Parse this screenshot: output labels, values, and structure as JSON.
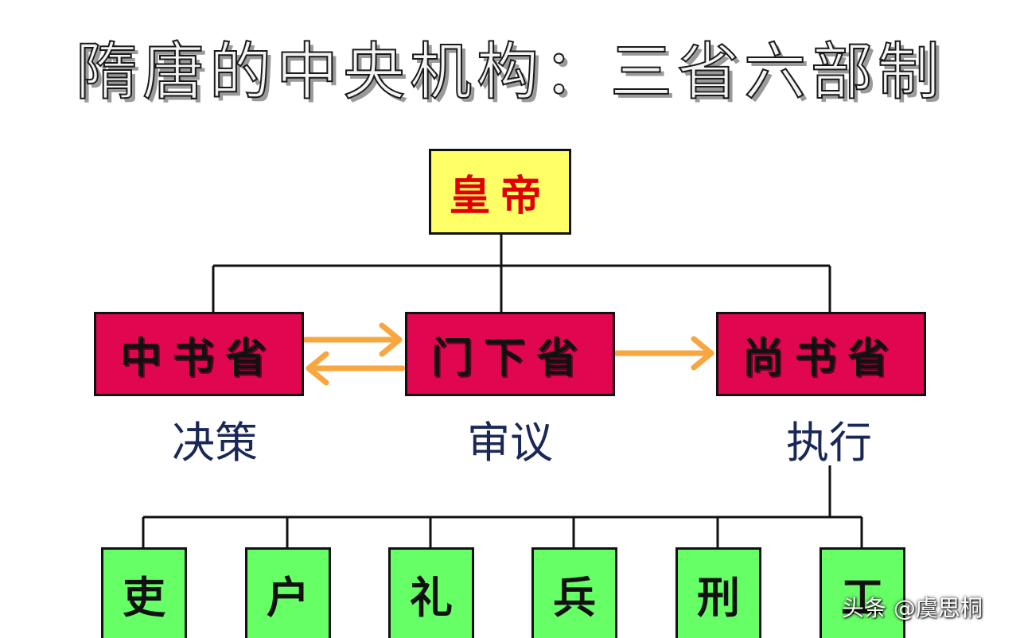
{
  "title": "隋唐的中央机构：三省六部制",
  "emperor": "皇帝",
  "departments": [
    {
      "name": "中书省",
      "role": "决策"
    },
    {
      "name": "门下省",
      "role": "审议"
    },
    {
      "name": "尚书省",
      "role": "执行"
    }
  ],
  "ministries": [
    "吏",
    "户",
    "礼",
    "兵",
    "刑",
    "工"
  ],
  "watermark": "头条 @虞思桐",
  "colors": {
    "emperor_bg": "#ffff66",
    "emperor_text": "#e00000",
    "department_bg": "#e0064f",
    "ministry_bg": "#66ff66",
    "arrow": "#f7a640",
    "role_text": "#1a2858"
  }
}
